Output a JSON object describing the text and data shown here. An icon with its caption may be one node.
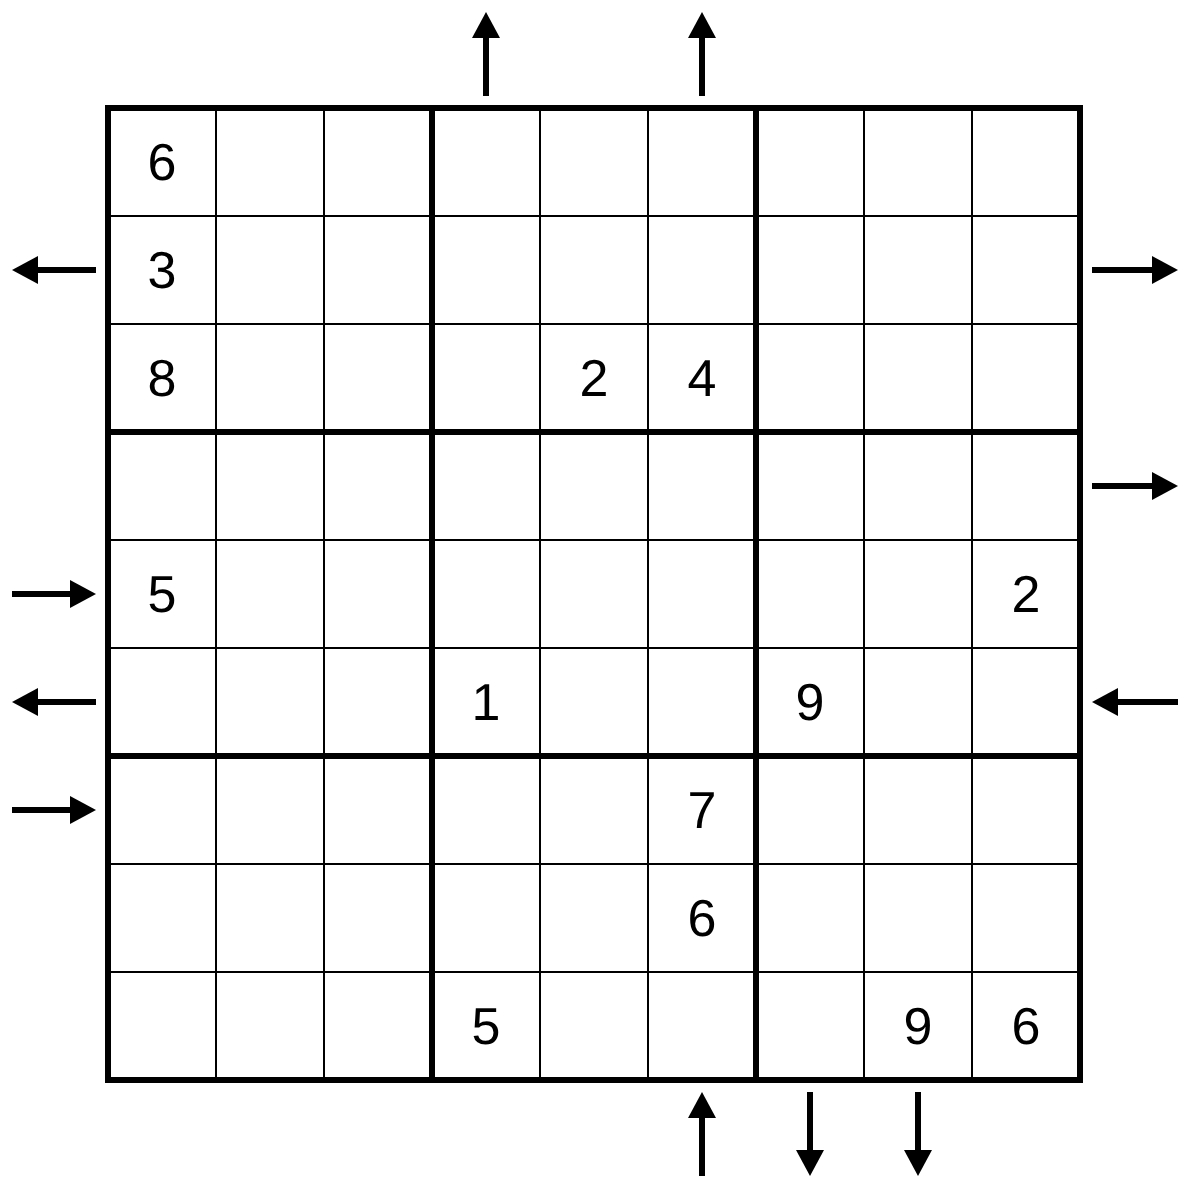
{
  "diagram": {
    "labels": [
      "6",
      "3",
      "8",
      "2",
      "4",
      "5",
      "2",
      "1",
      "9",
      "7",
      "6",
      "5",
      "9",
      "6"
    ]
  }
}
